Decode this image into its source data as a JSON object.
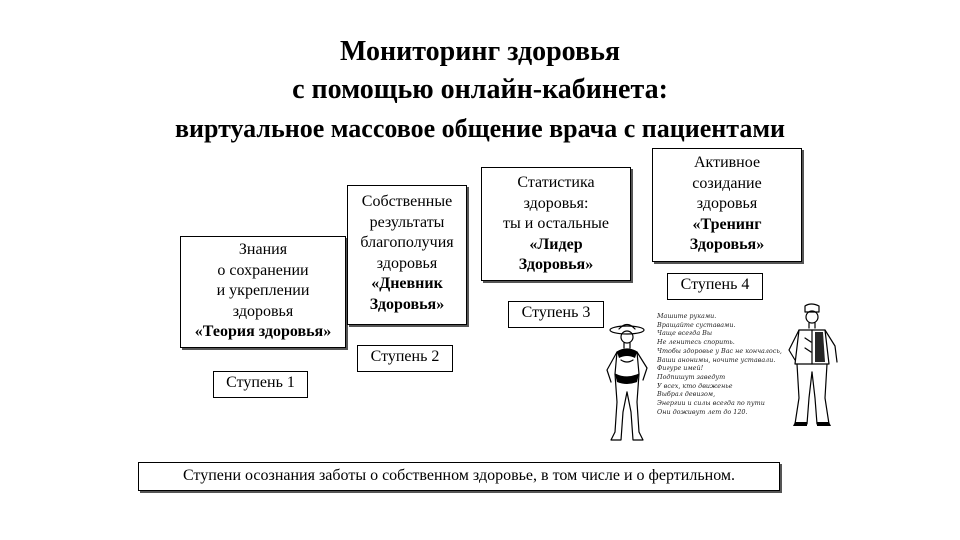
{
  "title": {
    "line1": "Мониторинг здоровья",
    "line2": "с помощью онлайн-кабинета:",
    "line3": "виртуальное массовое общение врача с пациентами"
  },
  "boxes": [
    {
      "lines": [
        "Знания",
        "о сохранении",
        "и укреплении",
        "здоровья"
      ],
      "bold": [
        "«Теория здоровья»"
      ]
    },
    {
      "lines": [
        "Собственные",
        "результаты",
        "благополучия",
        "здоровья"
      ],
      "bold": [
        "«Дневник",
        "Здоровья»"
      ]
    },
    {
      "lines": [
        "Статистика",
        "здоровья:",
        "ты и остальные"
      ],
      "bold": [
        "«Лидер",
        "Здоровья»"
      ]
    },
    {
      "lines": [
        "Активное",
        "созидание",
        "здоровья"
      ],
      "bold": [
        "«Тренинг",
        "Здоровья»"
      ]
    }
  ],
  "steps": [
    "Ступень 1",
    "Ступень 2",
    "Ступень 3",
    "Ступень 4"
  ],
  "footer": "Ступени осознания заботы о собственном здоровье, в том числе и о фертильном.",
  "poem": [
    "Машите руками.",
    "Вращайте суставами.",
    "Чаще всегда Вы",
    "Не ленитесь спорить.",
    "Чтобы здоровье у Вас не кончалось,",
    "Ваши анонимы, ночите уставали.",
    "Фигуре имей!",
    "Подпишут заведут",
    "У всех, кто движенье",
    "Выбрал девизом,",
    "Энергии и силы всегда по пути",
    "Они доживут лет до 120."
  ],
  "icons": [
    "woman-figure",
    "man-figure"
  ]
}
